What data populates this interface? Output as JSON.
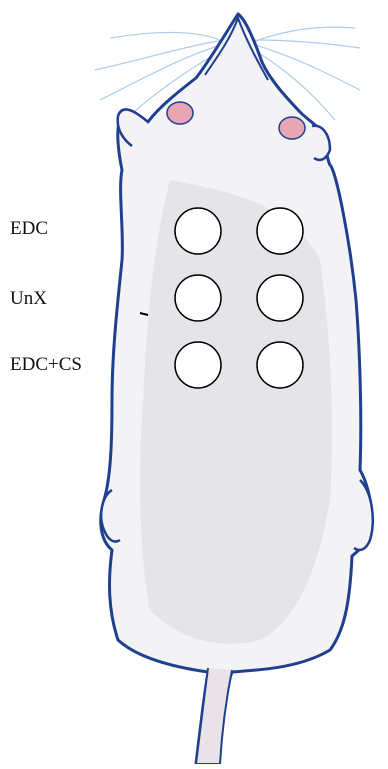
{
  "figure": {
    "subject": "rat-illustration-dorsal-view",
    "groups": [
      {
        "label": "EDC",
        "sites": 2
      },
      {
        "label": "UnX",
        "sites": 2
      },
      {
        "label": "EDC+CS",
        "sites": 2
      }
    ]
  },
  "colors": {
    "outline": "#1f3f8f",
    "body_fill": "#f3f3f5",
    "body_shade": "#d9d9de",
    "ear_pink": "#e8a6b5",
    "whisker": "#9fc4e6",
    "circle_stroke": "#000000",
    "label_text": "#111111"
  }
}
